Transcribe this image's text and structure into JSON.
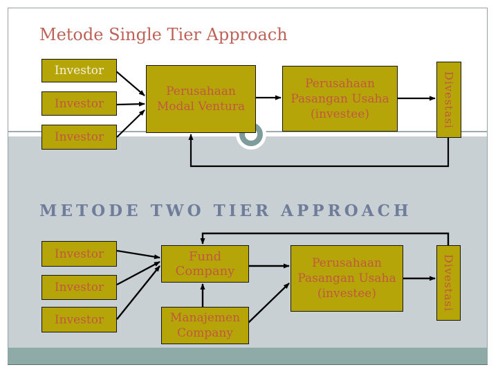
{
  "slide": {
    "single_tier": {
      "title": "Metode Single Tier Approach",
      "investors": [
        "Investor",
        "Investor",
        "Investor"
      ],
      "venture_capital_lines": [
        "Perusahaan",
        "Modal Ventura"
      ],
      "investee_lines": [
        "Perusahaan",
        "Pasangan Usaha",
        "(investee)"
      ],
      "divestment": "Divestasi"
    },
    "two_tier": {
      "title": "METODE TWO TIER APPROACH",
      "investors": [
        "Investor",
        "Investor",
        "Investor"
      ],
      "fund_company": "Fund Company",
      "management_lines": [
        "Manajemen",
        "Company"
      ],
      "investee_lines": [
        "Perusahaan",
        "Pasangan Usaha",
        "(investee)"
      ],
      "divestment": "Divestasi"
    },
    "colors": {
      "box_fill": "#B6A509",
      "box_text": "#C1583F",
      "box_text_light": "#F4F1D8",
      "single_title": "#BE6257",
      "two_title": "#6F7D9B",
      "upper_background": "#FFFFFF",
      "lower_background": "#C8D0D4",
      "footer_band": "#8FABA8",
      "ring": "#7E9C9B",
      "connector": "#000000"
    }
  }
}
